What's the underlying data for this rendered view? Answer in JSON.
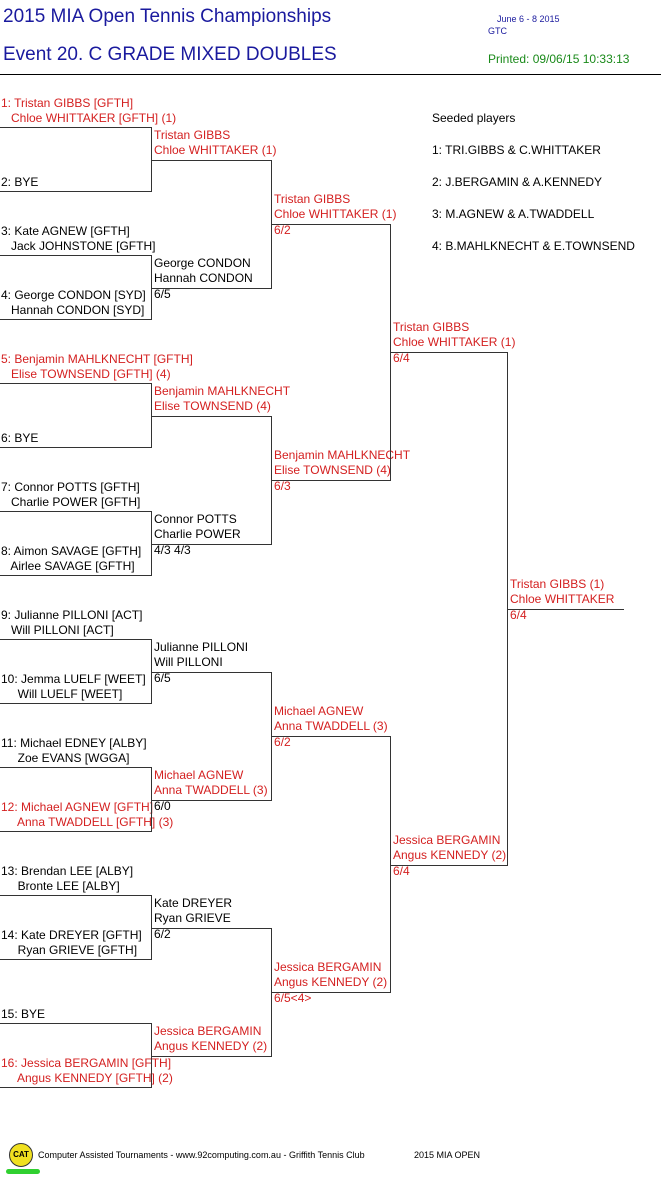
{
  "header": {
    "title": "2015 MIA Open Tennis Championships",
    "event": "Event 20. C GRADE MIXED DOUBLES",
    "dates": "June 6 - 8  2015",
    "venue": "GTC",
    "printed": "Printed: 09/06/15 10:33:13"
  },
  "seeded": {
    "heading": "Seeded players",
    "items": [
      "1: TRI.GIBBS & C.WHITTAKER",
      "2: J.BERGAMIN & A.KENNEDY",
      "3: M.AGNEW & A.TWADDELL",
      "4: B.MAHLKNECHT & E.TOWNSEND"
    ]
  },
  "r1": [
    {
      "l1": "1: Tristan GIBBS [GFTH]",
      "l2": "   Chloe WHITTAKER [GFTH] (1)",
      "red": true
    },
    {
      "l1": "",
      "l2": "2: BYE",
      "red": false
    },
    {
      "l1": "3: Kate AGNEW [GFTH]",
      "l2": "   Jack JOHNSTONE [GFTH]",
      "red": false
    },
    {
      "l1": "4: George CONDON [SYD]",
      "l2": "   Hannah CONDON [SYD]",
      "red": false
    },
    {
      "l1": "5: Benjamin MAHLKNECHT [GFTH]",
      "l2": "   Elise TOWNSEND [GFTH] (4)",
      "red": true
    },
    {
      "l1": "",
      "l2": "6: BYE",
      "red": false
    },
    {
      "l1": "7: Connor POTTS [GFTH]",
      "l2": "   Charlie POWER [GFTH]",
      "red": false
    },
    {
      "l1": "8: Aimon SAVAGE [GFTH]",
      "l2": "   Airlee SAVAGE [GFTH]",
      "red": false
    },
    {
      "l1": "9: Julianne PILLONI [ACT]",
      "l2": "   Will PILLONI [ACT]",
      "red": false
    },
    {
      "l1": "10: Jemma LUELF [WEET]",
      "l2": "     Will LUELF [WEET]",
      "red": false
    },
    {
      "l1": "11: Michael EDNEY [ALBY]",
      "l2": "     Zoe EVANS [WGGA]",
      "red": false
    },
    {
      "l1": "12: Michael AGNEW [GFTH]",
      "l2": "     Anna TWADDELL [GFTH] (3)",
      "red": true
    },
    {
      "l1": "13: Brendan LEE [ALBY]",
      "l2": "     Bronte LEE [ALBY]",
      "red": false
    },
    {
      "l1": "14: Kate DREYER [GFTH]",
      "l2": "     Ryan GRIEVE [GFTH]",
      "red": false
    },
    {
      "l1": "",
      "l2": "15: BYE",
      "red": false
    },
    {
      "l1": "16: Jessica BERGAMIN [GFTH]",
      "l2": "     Angus KENNEDY [GFTH] (2)",
      "red": true
    }
  ],
  "r2": [
    {
      "l1": "Tristan GIBBS",
      "l2": "Chloe WHITTAKER (1)",
      "score": "",
      "red": true
    },
    {
      "l1": "George CONDON",
      "l2": "Hannah CONDON",
      "score": "6/5",
      "red": false
    },
    {
      "l1": "Benjamin MAHLKNECHT",
      "l2": "Elise TOWNSEND (4)",
      "score": "",
      "red": true
    },
    {
      "l1": "Connor POTTS",
      "l2": "Charlie POWER",
      "score": "4/3 4/3",
      "red": false
    },
    {
      "l1": "Julianne PILLONI",
      "l2": "Will PILLONI",
      "score": "6/5",
      "red": false
    },
    {
      "l1": "Michael AGNEW",
      "l2": "Anna TWADDELL (3)",
      "score": "6/0",
      "red": true
    },
    {
      "l1": "Kate DREYER",
      "l2": "Ryan GRIEVE",
      "score": "6/2",
      "red": false
    },
    {
      "l1": "Jessica BERGAMIN",
      "l2": "Angus KENNEDY (2)",
      "score": "",
      "red": true
    }
  ],
  "r3": [
    {
      "l1": "Tristan GIBBS",
      "l2": "Chloe WHITTAKER (1)",
      "score": "6/2"
    },
    {
      "l1": "Benjamin MAHLKNECHT",
      "l2": "Elise TOWNSEND (4)",
      "score": "6/3"
    },
    {
      "l1": "Michael AGNEW",
      "l2": "Anna TWADDELL (3)",
      "score": "6/2"
    },
    {
      "l1": "Jessica BERGAMIN",
      "l2": "Angus KENNEDY (2)",
      "score": "6/5<4>"
    }
  ],
  "r4": [
    {
      "l1": "Tristan GIBBS",
      "l2": "Chloe WHITTAKER (1)",
      "score": "6/4"
    },
    {
      "l1": "Jessica BERGAMIN",
      "l2": "Angus KENNEDY (2)",
      "score": "6/4"
    }
  ],
  "final": {
    "l1": "Tristan GIBBS (1)",
    "l2": "Chloe WHITTAKER",
    "score": "6/4"
  },
  "footer": {
    "logo": "CAT",
    "text": "Computer Assisted Tournaments - www.92computing.com.au -  Griffith Tennis Club",
    "event": "2015 MIA OPEN"
  }
}
